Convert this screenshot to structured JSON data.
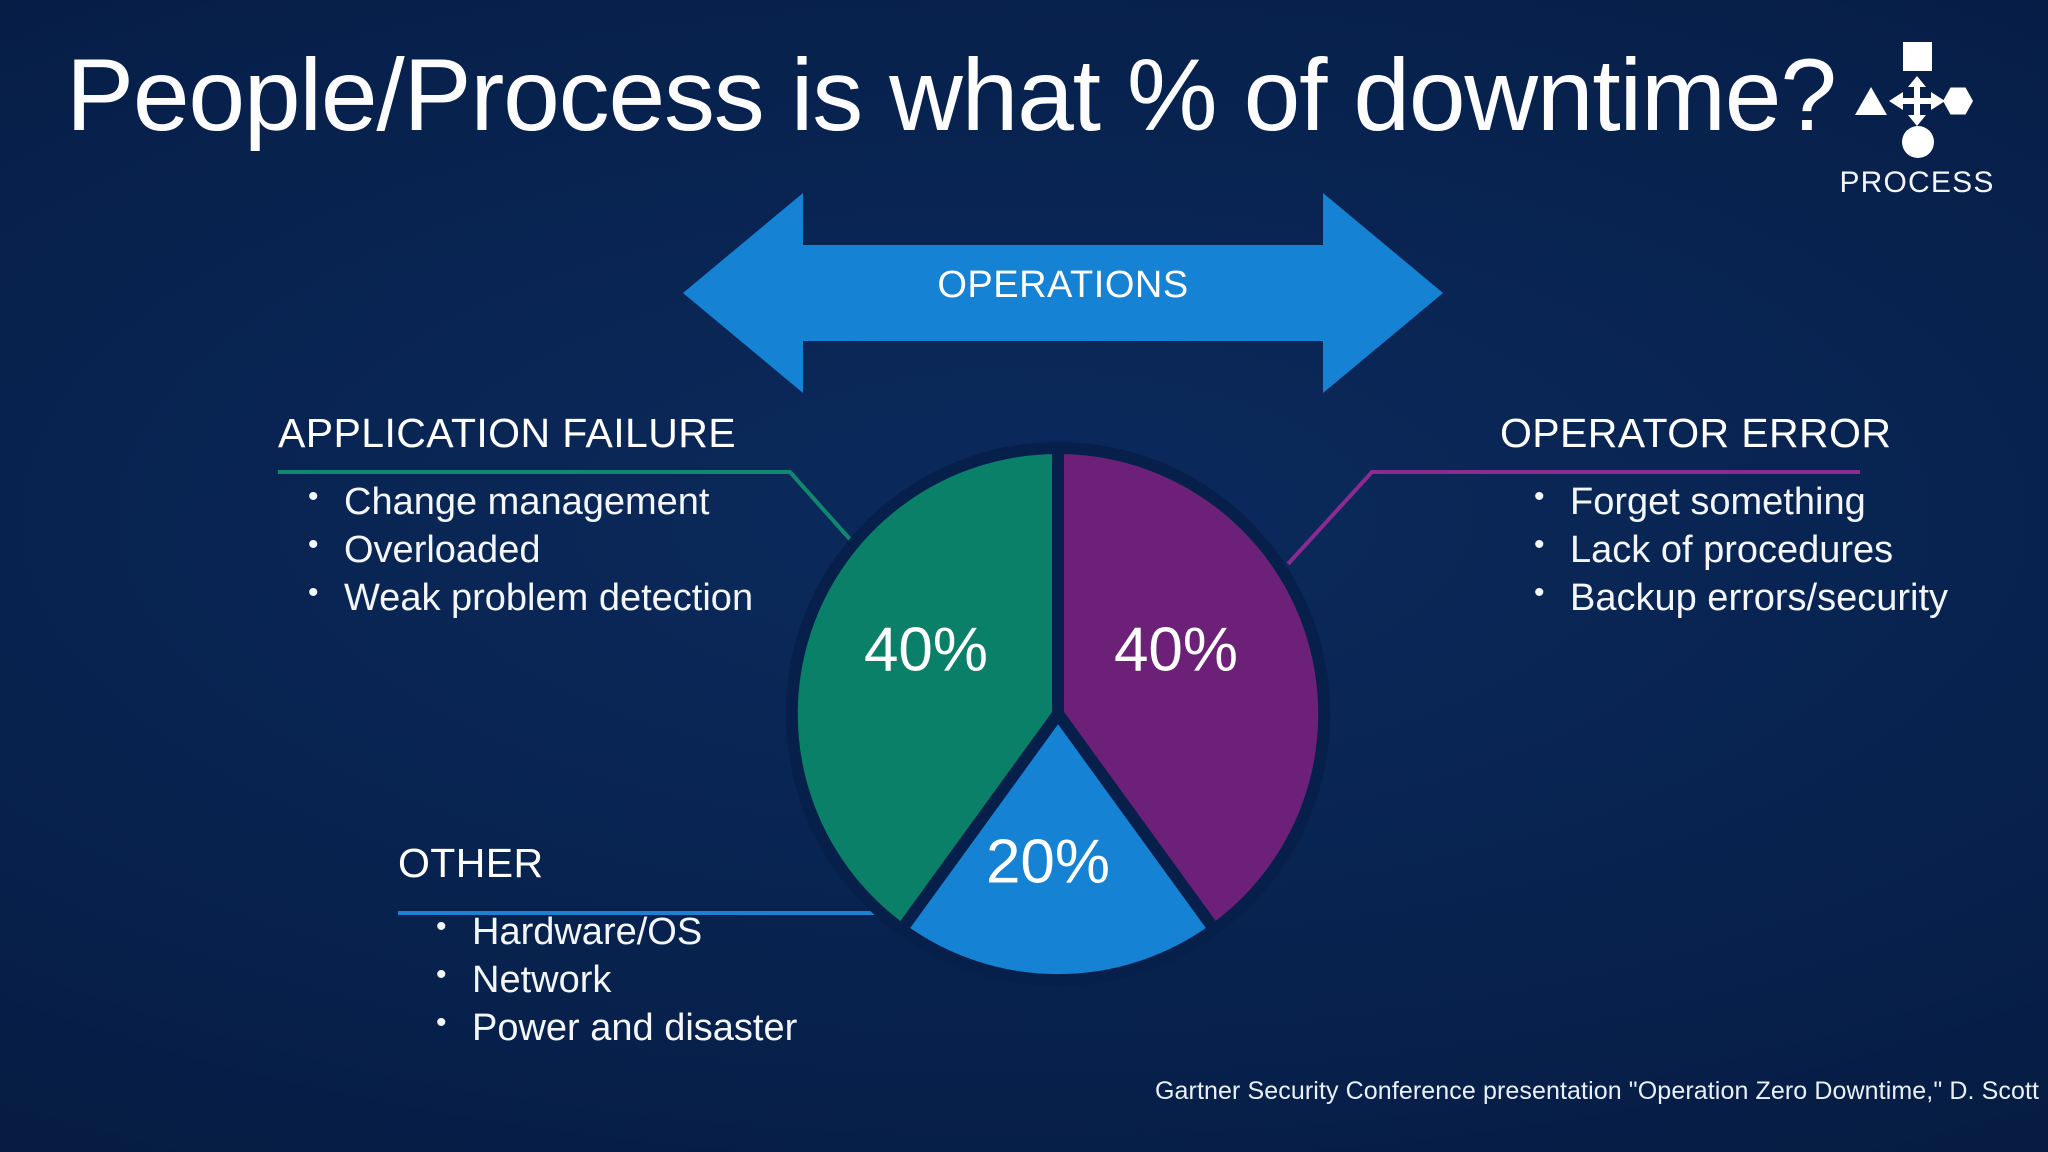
{
  "slide": {
    "title": "People/Process is what % of downtime?",
    "background_color": "#07204b",
    "footer": "Gartner Security Conference presentation \"Operation Zero Downtime,\" D. Scott"
  },
  "logo": {
    "label": "PROCESS",
    "icons": [
      "square-icon",
      "triangle-icon",
      "hexagon-icon",
      "circle-icon",
      "four-way-arrow-icon"
    ],
    "color": "#ffffff"
  },
  "operations_banner": {
    "label": "OPERATIONS",
    "color": "#1682d4",
    "shape": "double-headed-horizontal-arrow"
  },
  "chart_data": {
    "type": "pie",
    "title": "People/Process is what % of downtime?",
    "categories": [
      "Operator error",
      "Other",
      "Application failure"
    ],
    "values": [
      40,
      20,
      40
    ],
    "labels": [
      "40%",
      "20%",
      "40%"
    ],
    "colors": [
      "#6d2077",
      "#1682d4",
      "#0b8068"
    ],
    "start_angle_deg": 0,
    "direction": "clockwise",
    "legend": "callout-boxes",
    "units": "percent",
    "total": 100
  },
  "callouts": [
    {
      "key": "application-failure",
      "heading": "APPLICATION FAILURE",
      "accent": "#0b8068",
      "items": [
        "Change management",
        "Overloaded",
        "Weak problem detection"
      ]
    },
    {
      "key": "operator-error",
      "heading": "OPERATOR ERROR",
      "accent": "#8b2a8f",
      "items": [
        "Forget something",
        "Lack of procedures",
        "Backup errors/security"
      ]
    },
    {
      "key": "other",
      "heading": "OTHER",
      "accent": "#1682d4",
      "items": [
        "Hardware/OS",
        "Network",
        "Power and disaster"
      ]
    }
  ]
}
